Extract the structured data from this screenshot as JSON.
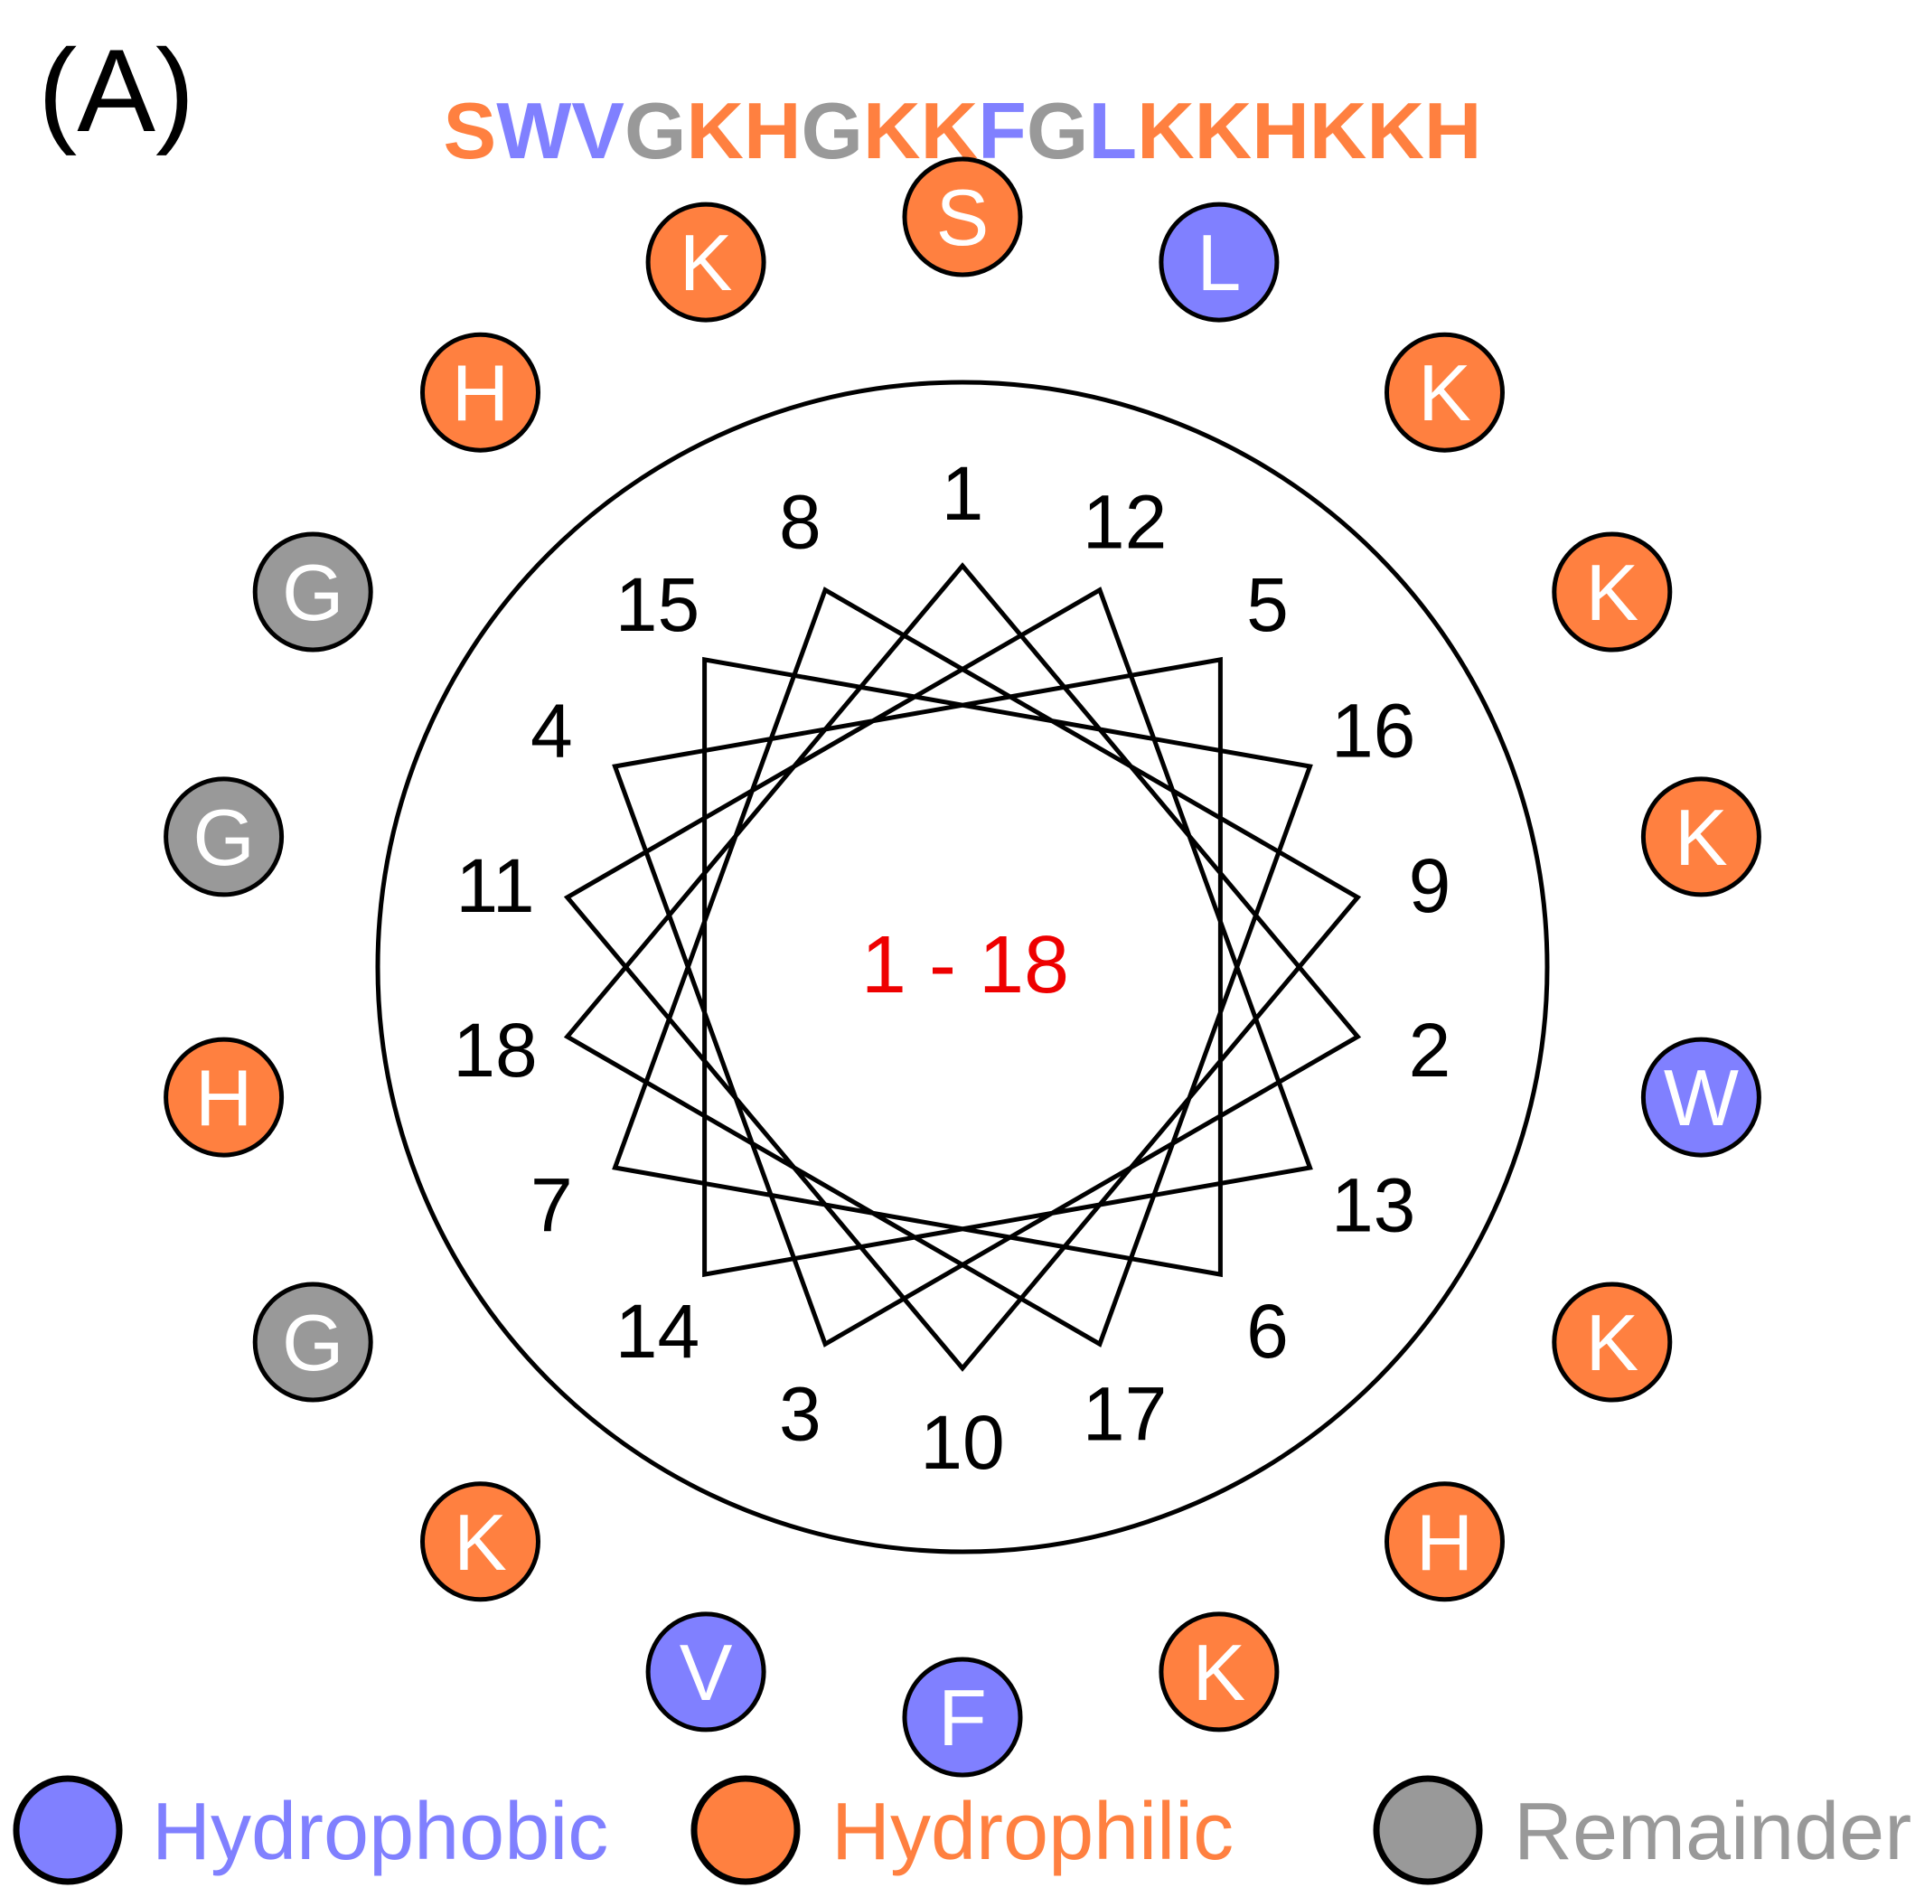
{
  "panel_label": "(A)",
  "sequence": [
    {
      "letter": "S",
      "class": "hydrophilic"
    },
    {
      "letter": "W",
      "class": "hydrophobic"
    },
    {
      "letter": "V",
      "class": "hydrophobic"
    },
    {
      "letter": "G",
      "class": "remainder"
    },
    {
      "letter": "K",
      "class": "hydrophilic"
    },
    {
      "letter": "H",
      "class": "hydrophilic"
    },
    {
      "letter": "G",
      "class": "remainder"
    },
    {
      "letter": "K",
      "class": "hydrophilic"
    },
    {
      "letter": "K",
      "class": "hydrophilic"
    },
    {
      "letter": "F",
      "class": "hydrophobic"
    },
    {
      "letter": "G",
      "class": "remainder"
    },
    {
      "letter": "L",
      "class": "hydrophobic"
    },
    {
      "letter": "K",
      "class": "hydrophilic"
    },
    {
      "letter": "K",
      "class": "hydrophilic"
    },
    {
      "letter": "H",
      "class": "hydrophilic"
    },
    {
      "letter": "K",
      "class": "hydrophilic"
    },
    {
      "letter": "K",
      "class": "hydrophilic"
    },
    {
      "letter": "H",
      "class": "hydrophilic"
    }
  ],
  "center_label": "1 - 18",
  "wheel_order": [
    1,
    12,
    5,
    16,
    9,
    2,
    13,
    6,
    17,
    10,
    3,
    14,
    7,
    18,
    11,
    4,
    15,
    8
  ],
  "colors": {
    "hydrophobic": "#8080ff",
    "hydrophilic": "#ff8040",
    "remainder": "#999999",
    "center_label": "#ee0000",
    "line": "#000000"
  },
  "legend": [
    {
      "class": "hydrophobic",
      "label": "Hydrophobic"
    },
    {
      "class": "hydrophilic",
      "label": "Hydrophilic"
    },
    {
      "class": "remainder",
      "label": "Remainder"
    }
  ]
}
